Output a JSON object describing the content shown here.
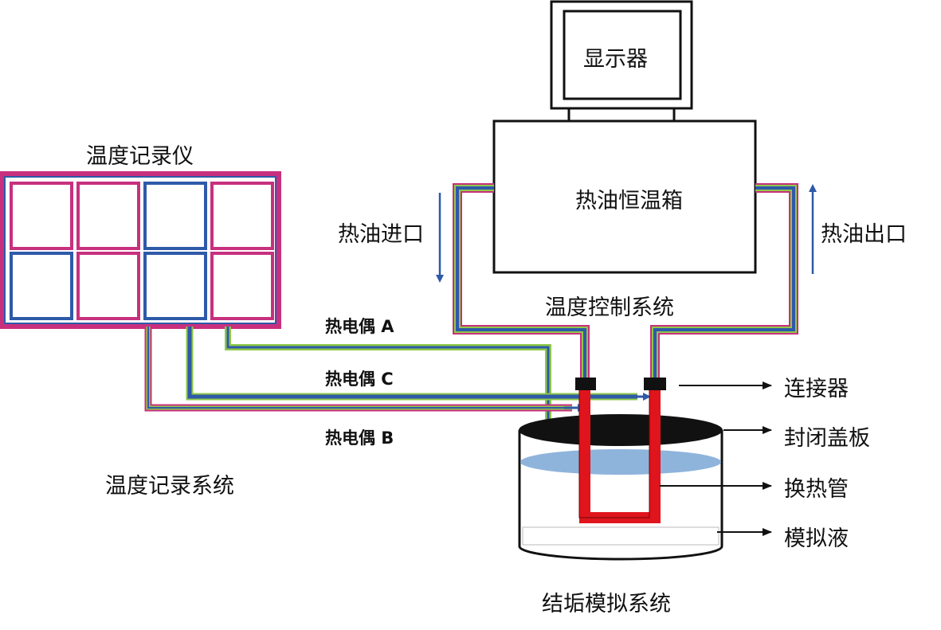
{
  "labels": {
    "monitor": "显示器",
    "oil_bath": "热油恒温箱",
    "oil_inlet": "热油进口",
    "oil_outlet": "热油出口",
    "temp_control_system": "温度控制系统",
    "temp_recorder": "温度记录仪",
    "temp_record_system": "温度记录系统",
    "thermocouple_a": "热电偶 A",
    "thermocouple_c": "热电偶 C",
    "thermocouple_b": "热电偶 B",
    "connector": "连接器",
    "sealed_cover": "封闭盖板",
    "heat_exchange_tube": "换热管",
    "simulated_liquid": "模拟液",
    "fouling_system": "结垢模拟系统"
  },
  "colors": {
    "pipe_outer_left": "#c8307e",
    "pipe_outer_right": "#8fc84a",
    "pipe_core": "#2e5aa8",
    "heat_tube": "#e0141c",
    "liquid": "#8fb4dc",
    "cover": "#111111",
    "arrow": "#2e5aa8"
  }
}
